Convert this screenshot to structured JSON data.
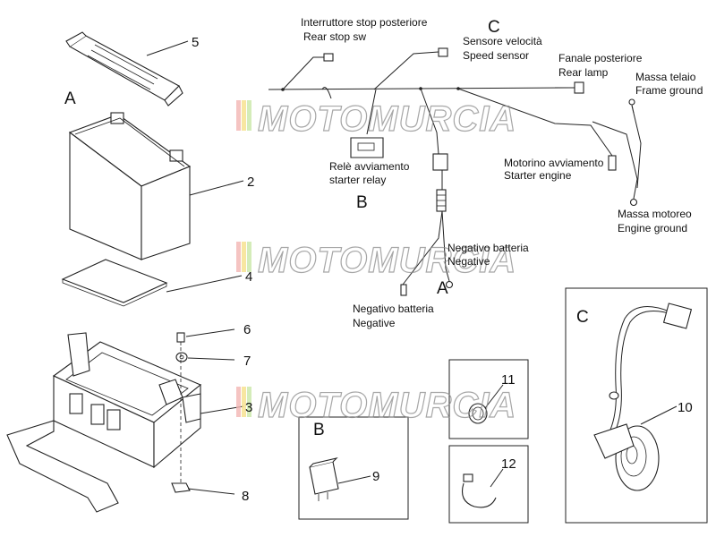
{
  "labels": {
    "rear_stop_it": "Interruttore stop posteriore",
    "rear_stop_en": "Rear stop sw",
    "speed_sensor_it": "Sensore velocità",
    "speed_sensor_en": "Speed sensor",
    "rear_lamp_it": "Fanale posteriore",
    "rear_lamp_en": "Rear lamp",
    "frame_ground_it": "Massa telaio",
    "frame_ground_en": "Frame ground",
    "starter_relay_it": "Relè avviamento",
    "starter_relay_en": "starter relay",
    "starter_engine_it": "Motorino avviamento",
    "starter_engine_en": "Starter engine",
    "engine_ground_it": "Massa motoreo",
    "engine_ground_en": "Engine ground",
    "battery_neg_upper_it": "Negativo batteria",
    "battery_neg_upper_en": "Negative",
    "battery_neg_lower_it": "Negativo batteria",
    "battery_neg_lower_en": "Negative"
  },
  "section_letters": {
    "a_left": "A",
    "c_top": "C",
    "b_middle": "B",
    "a_bottom": "A",
    "b_box": "B",
    "c_box": "C"
  },
  "part_numbers": {
    "p5": "5",
    "p2": "2",
    "p4": "4",
    "p6": "6",
    "p7": "7",
    "p3": "3",
    "p8": "8",
    "p9": "9",
    "p11": "11",
    "p12": "12",
    "p10": "10"
  },
  "watermark": "MOTOMURCIA",
  "colors": {
    "line": "#222222",
    "watermark_stripes": [
      "#d9534f",
      "#f0c419",
      "#9fd36b"
    ]
  }
}
